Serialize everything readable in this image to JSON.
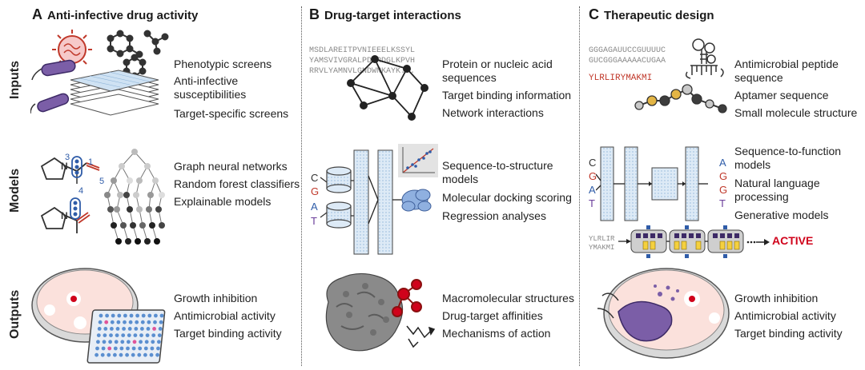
{
  "row_labels": [
    "Inputs",
    "Models",
    "Outputs"
  ],
  "panels": {
    "a": {
      "letter": "A",
      "title": "Anti-infective drug activity",
      "inputs": [
        "Phenotypic screens",
        "Anti-infective",
        "susceptibilities",
        "Target-specific screens"
      ],
      "models": [
        "Graph neural networks",
        "Random forest classifiers",
        "Explainable models"
      ],
      "outputs": [
        "Growth inhibition",
        "Antimicrobial activity",
        "Target binding activity"
      ],
      "graph_numbers": [
        "3",
        "1",
        "5",
        "4"
      ]
    },
    "b": {
      "letter": "B",
      "title": "Drug-target interactions",
      "sequence_lines": [
        "MSDLAREITPVNIEEELKSSYL",
        "YAMSVIVGRALPDVRDGLKPVH",
        "RRVLYAMNVLGNDWNKAYK..."
      ],
      "bases": [
        "C",
        "G",
        "A",
        "T"
      ],
      "inputs": [
        "Protein or nucleic acid",
        "sequences",
        "Target binding information",
        "Network interactions"
      ],
      "models": [
        "Sequence-to-structure",
        "models",
        "Molecular docking scoring",
        "Regression analyses"
      ],
      "outputs": [
        "Macromolecular structures",
        "Drug-target affinities",
        "Mechanisms of action"
      ]
    },
    "c": {
      "letter": "C",
      "title": "Therapeutic design",
      "rna_lines": [
        "GGGAGAUUCCGUUUUC",
        "GUCGGGAAAAACUGAA"
      ],
      "peptide": "YLRLIRYMAKMI",
      "bases_in": [
        "C",
        "G",
        "A",
        "T"
      ],
      "bases_out": [
        "A",
        "G",
        "G",
        "T"
      ],
      "peptide_split": [
        "YLRLIR",
        "YMAKMI"
      ],
      "active_label": "ACTIVE",
      "inputs": [
        "Antimicrobial peptide",
        "sequence",
        "Aptamer sequence",
        "Small molecule structure"
      ],
      "models": [
        "Sequence-to-function",
        "models",
        "Natural language",
        "processing",
        "Generative models"
      ],
      "outputs": [
        "Growth inhibition",
        "Antimicrobial activity",
        "Target binding activity"
      ]
    }
  },
  "colors": {
    "base_c": "#333333",
    "base_g": "#c0392b",
    "base_a": "#2f5ca8",
    "base_t": "#6a3d9a",
    "active": "#d0021b",
    "peptide": "#c0392b",
    "grid_blue": "#9ec3e6"
  }
}
